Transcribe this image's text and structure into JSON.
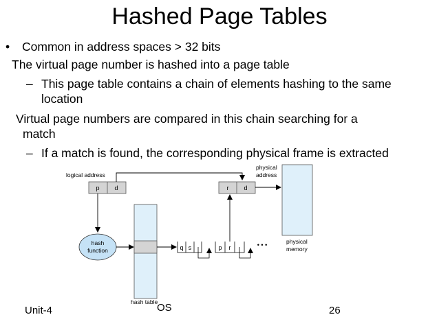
{
  "slide": {
    "title": "Hashed Page Tables",
    "bullet_1": "Common in address spaces > 32 bits",
    "line_2": "The virtual page number is hashed into a page table",
    "sub_1_line_1": "This page table contains a chain of elements hashing to the same",
    "sub_1_line_2": "location",
    "line_3a": "Virtual page numbers are compared in this chain searching for a",
    "line_3b": "match",
    "sub_2": "If a match is found, the corresponding physical frame is extracted",
    "bullet_symbol": "•",
    "dash_symbol": "–"
  },
  "diagram": {
    "logical_address_label": "logical address",
    "p": "p",
    "d": "d",
    "physical_address_label_1": "physical",
    "physical_address_label_2": "address",
    "r": "r",
    "d2": "d",
    "hash_label_1": "hash",
    "hash_label_2": "function",
    "hash_table_label": "hash table",
    "q": "q",
    "s": "s",
    "p2": "p",
    "r2": "r",
    "ellipsis": "• • •",
    "physical_memory_label_1": "physical",
    "physical_memory_label_2": "memory"
  },
  "footer": {
    "left": "Unit-4",
    "center": "OS",
    "right": "26"
  },
  "colors": {
    "memory_fill": "#dff0fa",
    "cell_fill": "#d4d4d4",
    "hash_fill": "#c5e2f6"
  }
}
